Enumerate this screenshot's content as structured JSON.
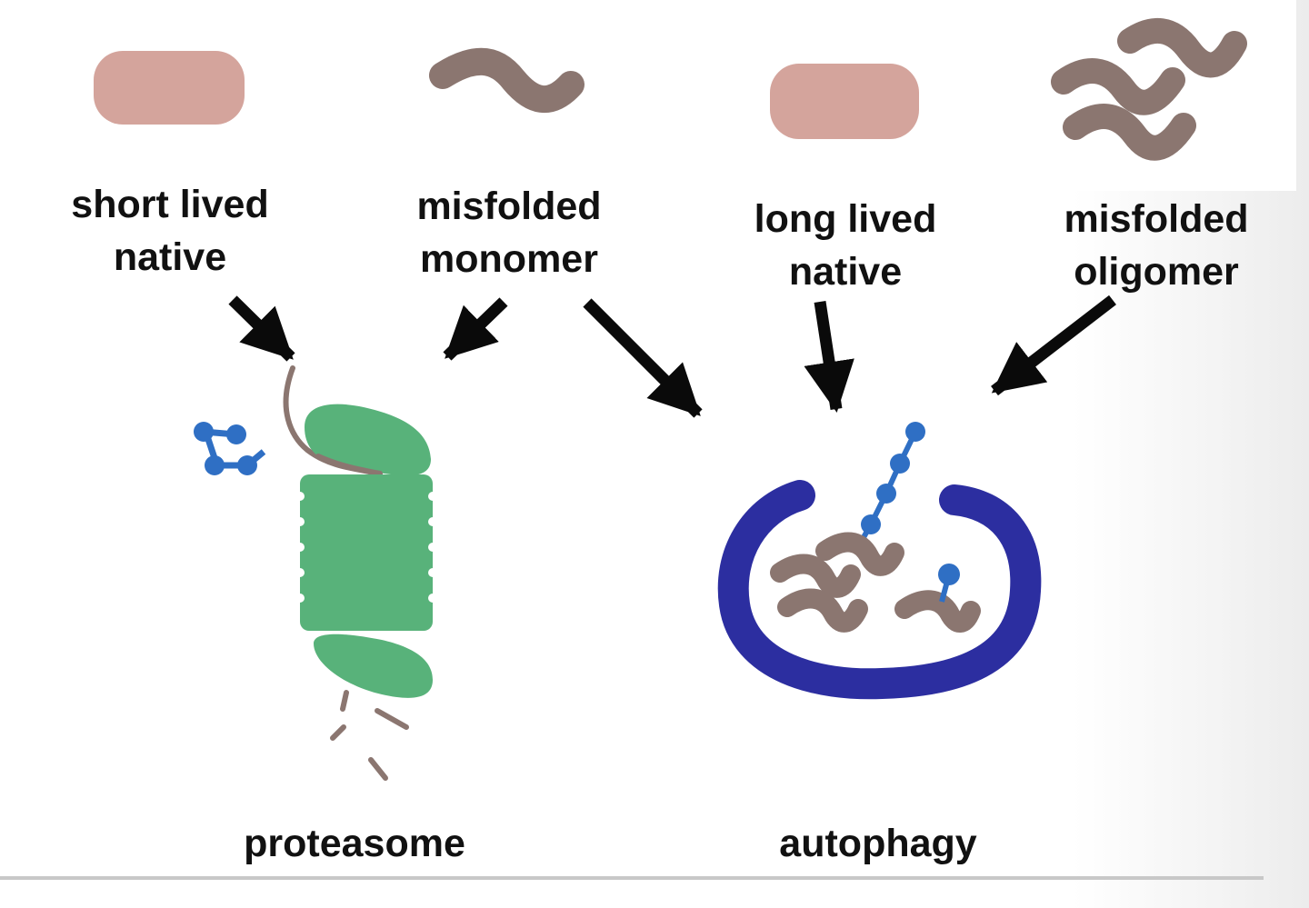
{
  "inputs": [
    {
      "id": "short-lived-native",
      "line1": "short lived",
      "line2": "native",
      "shape": "rounded-rectangle"
    },
    {
      "id": "misfolded-monomer",
      "line1": "misfolded",
      "line2": "monomer",
      "shape": "single-wavy-strand"
    },
    {
      "id": "long-lived-native",
      "line1": "long lived",
      "line2": "native",
      "shape": "rounded-rectangle"
    },
    {
      "id": "misfolded-oligomer",
      "line1": "misfolded",
      "line2": "oligomer",
      "shape": "stacked-wavy-strands"
    }
  ],
  "pathways": [
    {
      "id": "proteasome",
      "label": "proteasome",
      "receives": [
        "short-lived-native",
        "misfolded-monomer"
      ]
    },
    {
      "id": "autophagy",
      "label": "autophagy",
      "receives": [
        "misfolded-monomer",
        "long-lived-native",
        "misfolded-oligomer"
      ]
    }
  ],
  "colors": {
    "native_protein": "#d4a49c",
    "misfolded_protein": "#8b7670",
    "proteasome": "#58b27a",
    "ubiquitin": "#2f6fc4",
    "autophagosome": "#2c2ea0",
    "arrow": "#0a0a0a",
    "text": "#111111"
  }
}
